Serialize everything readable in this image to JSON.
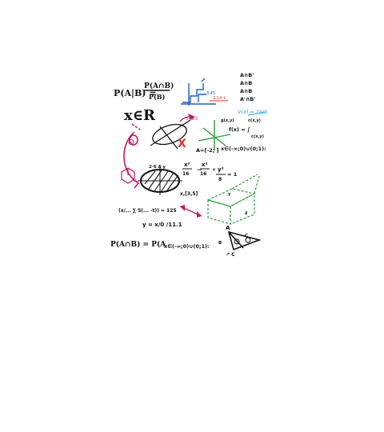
{
  "formulas": {
    "cond_prob_lhs": "P(A|B) =",
    "cond_prob_num": "P(A∩B)",
    "cond_prob_den": "P(B)",
    "set_member": "x∈R",
    "ellipse_eq_a": "x²",
    "ellipse_eq_b": "16",
    "ellipse_eq_c": "x²",
    "ellipse_eq_d": "16",
    "ellipse_eq_e": "y²",
    "ellipse_eq_f": "8",
    "ellipse_eq_g": "= 1",
    "sum_eq": "(x/... ∑ 5(... -t)) = 125",
    "y_eq": "y = x/0 /11.1",
    "interval_1": "x∈(-∞;0)∪(0;1):",
    "interval_2": "x∈(-∞;0)∪(0;1):",
    "and_prob": "P(A∩B) = P(A",
    "range_label": "x∈(-∞;0)∪(0;1):",
    "bracket_label": "x,[3,5]",
    "f_eq": "f(x) = ∫"
  },
  "sets": {
    "line1": "A∩B'",
    "line2": "A∩B",
    "line3": "A∩B",
    "line4": "A'∩B'"
  },
  "labels": {
    "triangle_a": "A",
    "triangle_b": "B",
    "triangle_c": "C",
    "box_z": "z",
    "box_y": "y",
    "cos_label": "V(x) = 2π/3",
    "slope_label": "3.45",
    "x_mark": "X",
    "q_mark": "Q",
    "a_label": "A",
    "b_label": "B"
  },
  "colors": {
    "ink": "#111111",
    "blue": "#1f5fbf",
    "light_blue": "#29a3e0",
    "pink": "#c2186b",
    "green": "#2c9a3c",
    "red": "#d23a2a"
  }
}
